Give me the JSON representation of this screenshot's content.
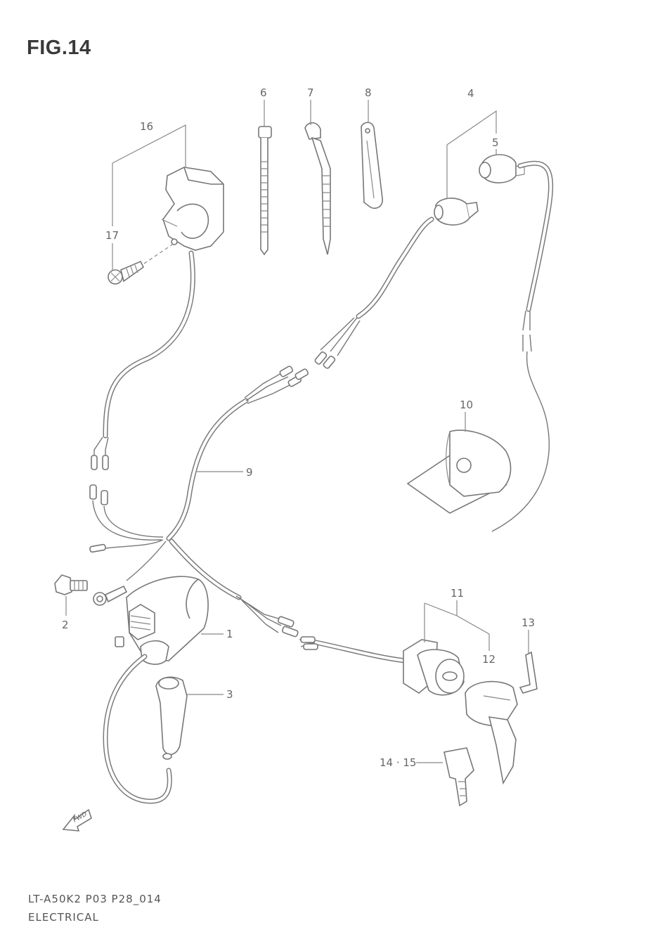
{
  "figure": {
    "title": "FIG.14",
    "footer_code": "LT-A50K2 P03 P28_014",
    "footer_name": "ELECTRICAL",
    "fwd_label": "FWD"
  },
  "callouts": [
    {
      "id": "1",
      "label": "1"
    },
    {
      "id": "2",
      "label": "2"
    },
    {
      "id": "3",
      "label": "3"
    },
    {
      "id": "4",
      "label": "4"
    },
    {
      "id": "5",
      "label": "5"
    },
    {
      "id": "6",
      "label": "6"
    },
    {
      "id": "7",
      "label": "7"
    },
    {
      "id": "8",
      "label": "8"
    },
    {
      "id": "9",
      "label": "9"
    },
    {
      "id": "10",
      "label": "10"
    },
    {
      "id": "11",
      "label": "11"
    },
    {
      "id": "12",
      "label": "12"
    },
    {
      "id": "13",
      "label": "13"
    },
    {
      "id": "14-15",
      "label": "14 · 15"
    },
    {
      "id": "16",
      "label": "16"
    },
    {
      "id": "17",
      "label": "17"
    }
  ]
}
